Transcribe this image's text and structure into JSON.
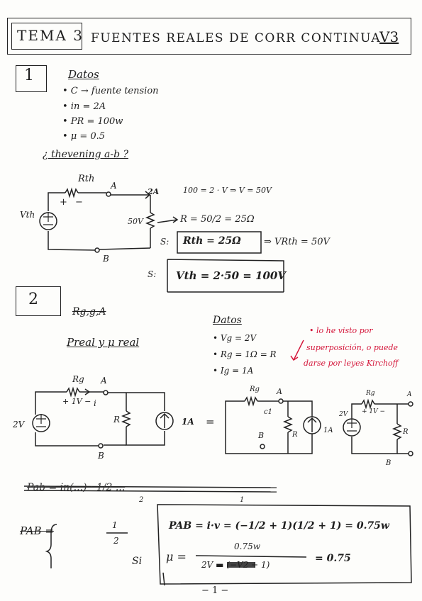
{
  "header": {
    "tema": "TEMA 3",
    "title": "FUENTES REALES DE CORR CONTINUA",
    "version": "V3"
  },
  "ex1": {
    "number": "1",
    "datos_title": "Datos",
    "datos": [
      "• C → fuente tension",
      "• in = 2A",
      "• PR = 100w",
      "• μ = 0.5"
    ],
    "question": "¿ thevening a-b ?",
    "labels": {
      "rth": "Rth",
      "a": "A",
      "b": "B",
      "current": "2A",
      "vth": "Vth",
      "plus": "+",
      "minus": "−",
      "v50": "50V"
    },
    "calc1": "100 = 2 · V ⇒ V = 50V",
    "calc2": "R = 50/2 = 25Ω",
    "s_label": "S:",
    "ans_rth": "Rth = 25Ω",
    "ans_vrth": "⇒ VRth = 50V",
    "ans_vth": "Vth = 2·50 = 100V"
  },
  "ex2": {
    "number": "2",
    "scratched": "Rg,g,A",
    "subtitle": "Preal y μ real",
    "datos_title": "Datos",
    "datos": [
      "• Vg = 2V",
      "• Rg = 1Ω = R",
      "• Ig = 1A"
    ],
    "note": [
      "• lo he visto por",
      "superposición, o puede",
      "darse por leyes Kirchoff"
    ],
    "labels": {
      "rg": "Rg",
      "a": "A",
      "b": "B",
      "v1": "+ 1V −",
      "i": "i",
      "r": "R",
      "src_v": "2V",
      "src_i": "1A",
      "equals": "=",
      "c1": "c1",
      "v_small": "2V",
      "i_small": "1A",
      "r_small": "R",
      "rg_small": "Rg"
    },
    "scratch_line": "Pab = in(...) · 1/2 ...",
    "half": "2",
    "quarter": "1",
    "pab_left": "PAB =",
    "fraction_num": "1",
    "fraction_den": "2",
    "result_pab": "PAB = i·v = (−1/2 + 1)(1/2 + 1) = 0.75w",
    "si": "Si",
    "mu_label": "μ =",
    "mu_num": "0.75w",
    "mu_den": "2V ▬ (−V2 + 1)",
    "mu_result": "= 0.75"
  },
  "footer": {
    "page": "− 1 −"
  }
}
